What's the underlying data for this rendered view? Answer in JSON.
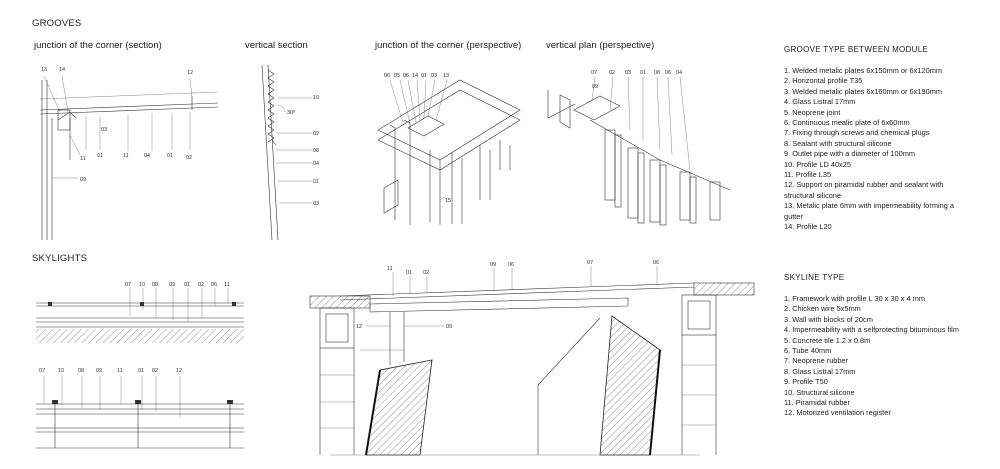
{
  "grooves": {
    "heading": "GROOVES",
    "views": [
      {
        "title": "junction of the corner (section)",
        "tags": [
          "13",
          "14",
          "12",
          "11",
          "01",
          "03",
          "11",
          "04",
          "01",
          "02",
          "09"
        ]
      },
      {
        "title": "vertical section",
        "tags": [
          "10",
          "30º",
          "02",
          "08",
          "04",
          "01",
          "03"
        ]
      },
      {
        "title": "junction of the corner (perspective)",
        "tags": [
          "06",
          "05",
          "06",
          "14",
          "01",
          "03",
          "13",
          "15"
        ]
      },
      {
        "title": "vertical plan (perspective)",
        "tags": [
          "07",
          "02",
          "03",
          "01",
          "08",
          "06",
          "04",
          "09"
        ]
      }
    ]
  },
  "skylights": {
    "heading": "SKYLIGHTS",
    "top_tags": [
      "07",
      "10",
      "08",
      "09",
      "01",
      "02",
      "06",
      "11"
    ],
    "bottom_tags": [
      "07",
      "10",
      "08",
      "09",
      "11",
      "01",
      "02",
      "12"
    ],
    "section_tags": [
      "11",
      "01",
      "02",
      "09",
      "06",
      "07",
      "06",
      "12",
      "09"
    ]
  },
  "groove_legend": {
    "title": "GROOVE TYPE BETWEEN MODULE",
    "items": [
      "1.    Welded metalic plates 6x150mm or 6x120mm",
      "2.    Horizontal profile T35",
      "3.    Welded metalic plates 6x160mm or 6x190mm",
      "4.    Glass Listral 17mm",
      "5.    Neoprene joint",
      "6.    Continuous mealic plate of 6x60mm",
      "7.    Fixing through screws and chemical plugs",
      "8.    Sealant with structural silicone",
      "9.    Outlet pipe with a diameter of 100mm",
      "10.  Profile LD 40x25",
      "11.  Profile L35",
      "12.  Support on piramidal rubber and sealant with structural silicone",
      "13.  Metalic plate 6mm with impermeability forming a gutter",
      "14.  Profile L20"
    ]
  },
  "skyline_legend": {
    "title": "SKYLINE  TYPE",
    "items": [
      "1.    Framework with profile L 30 x 30 x 4 mm",
      "2.    Chicken wire 5x5mm",
      "3.    Wall with blocks of 20cm",
      "4.    Impermeability with a selfprotecting bituminous film",
      "5.    Concrete tile 1.2 x 0.8m",
      "6.    Tube 40mm",
      "7.    Neoprene rubber",
      "8.    Glass Listral 17mm",
      "9.    Profile T50",
      "10.  Structural silicone",
      "11.  Piramidal rubber",
      "12.  Motorized ventilation register"
    ]
  }
}
